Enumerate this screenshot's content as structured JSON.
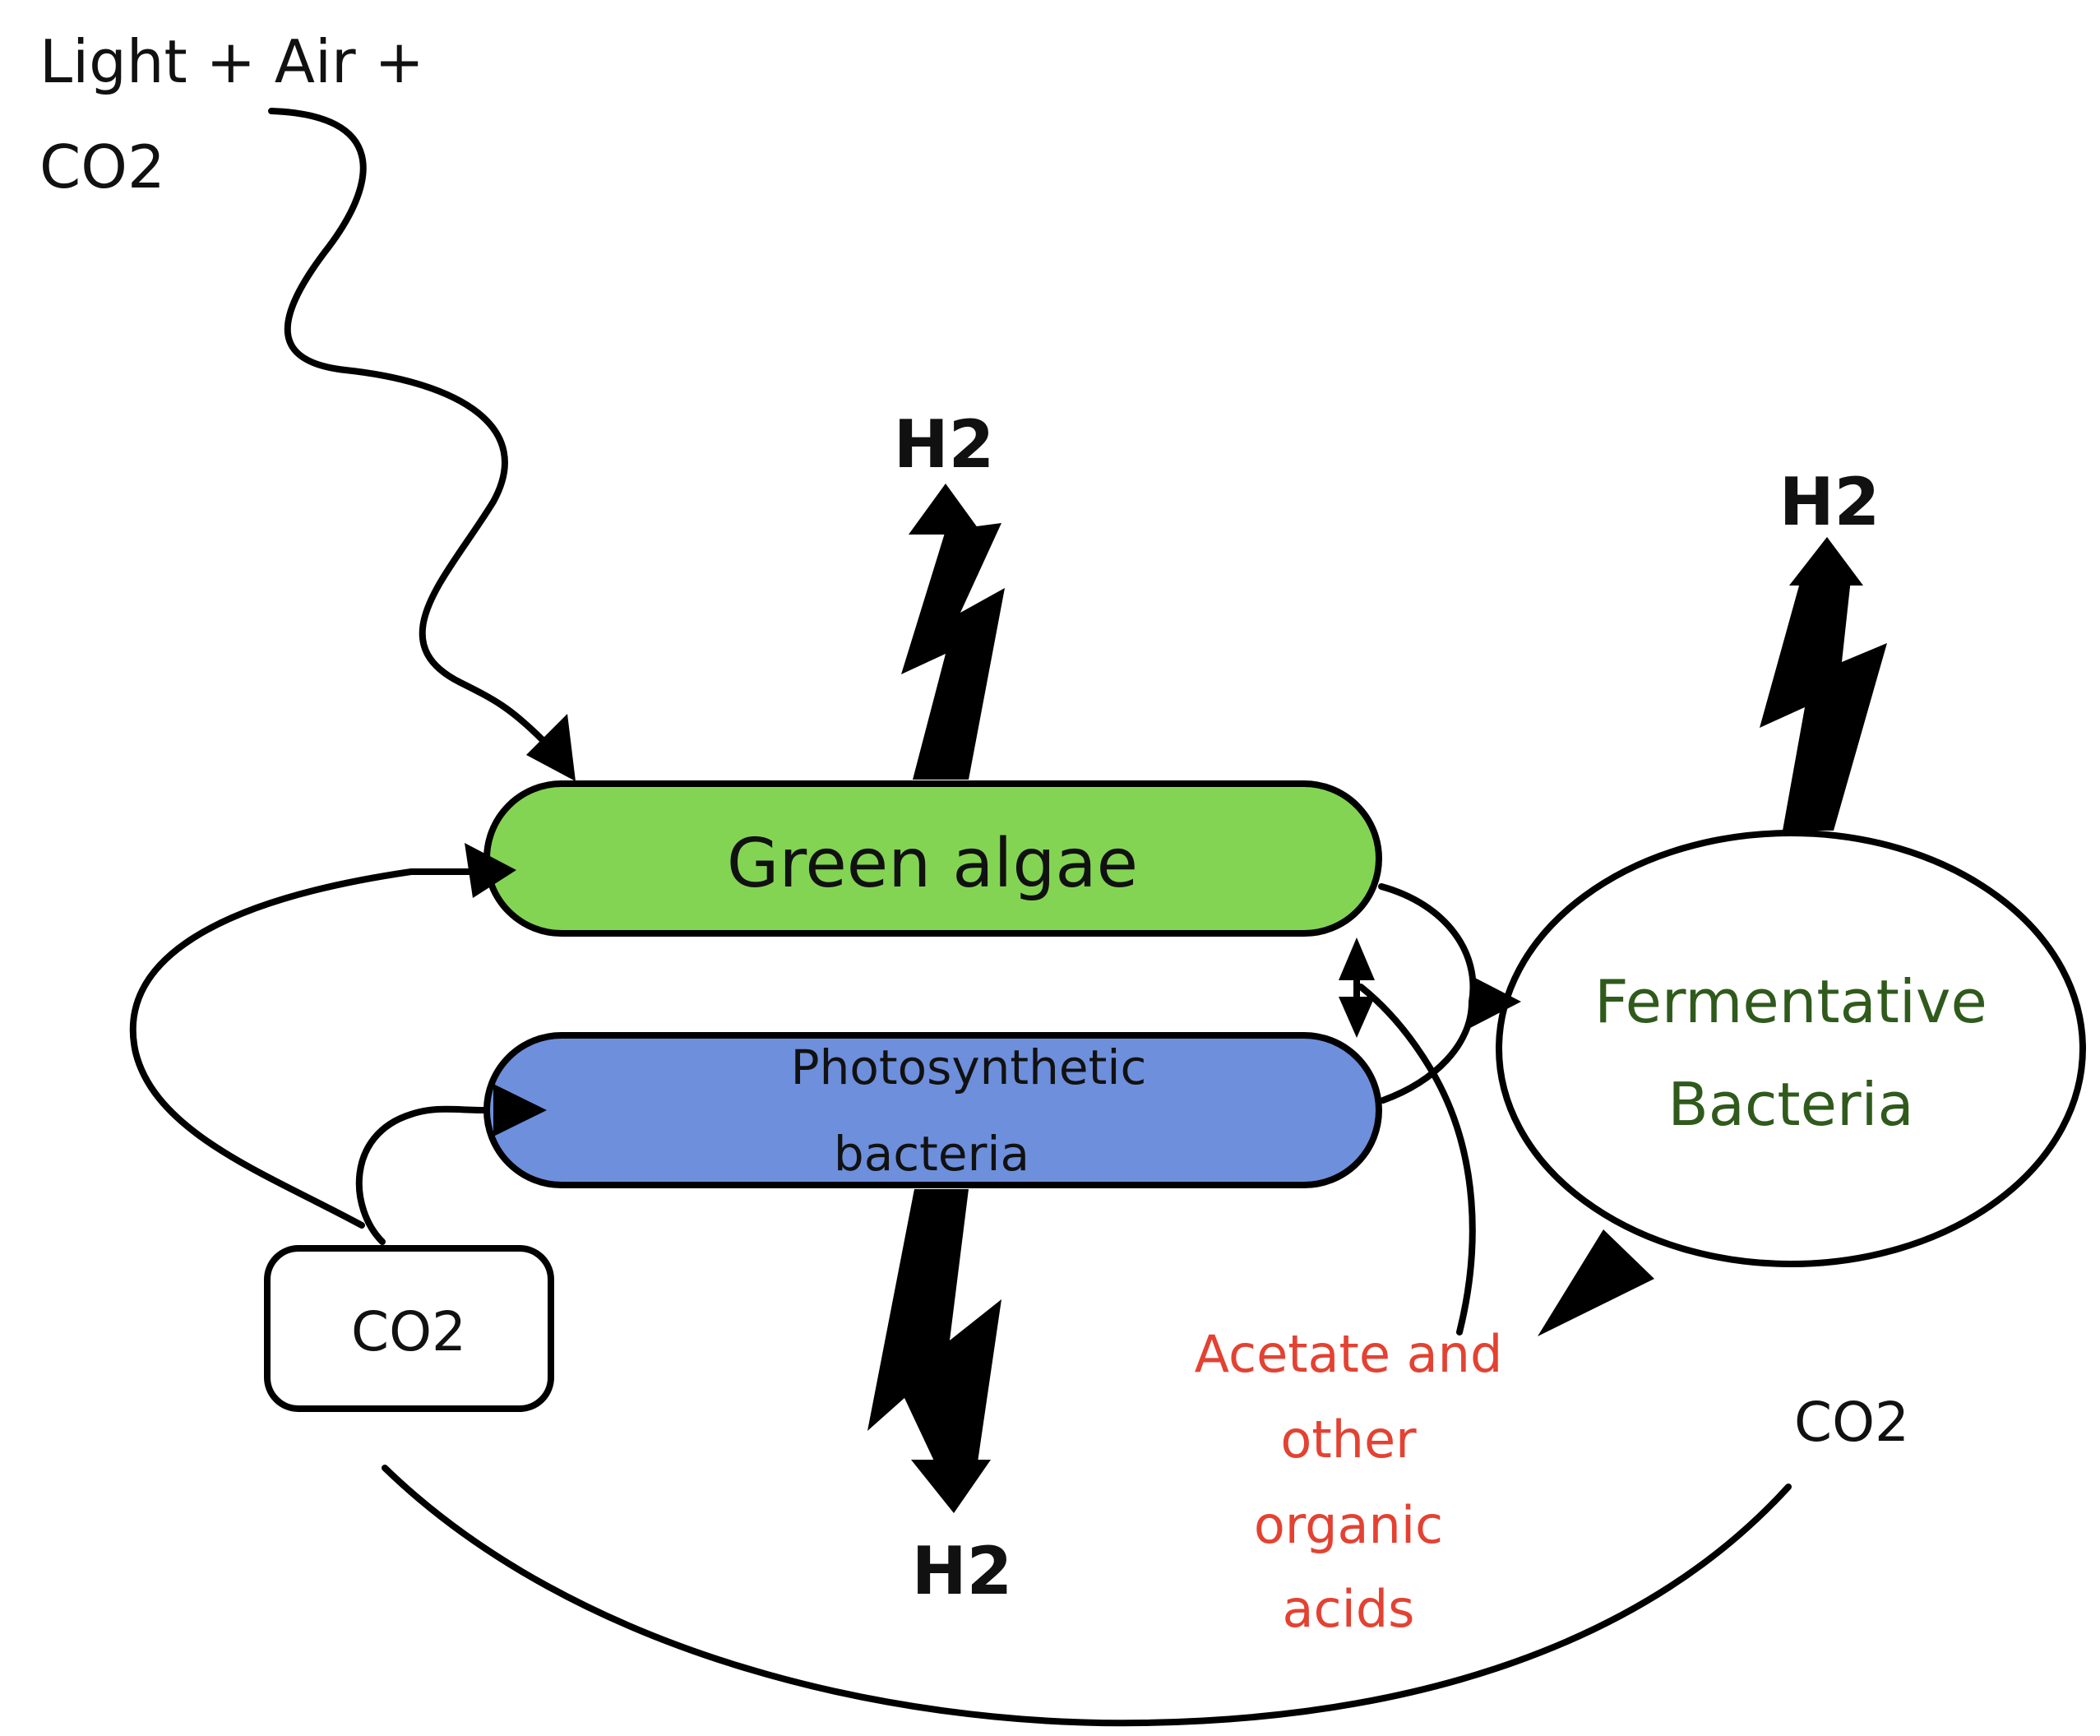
{
  "colors": {
    "green_algae_fill": "#84d454",
    "photosynthetic_fill": "#6e8fdb",
    "outline": "#000000",
    "fermentative_text": "#2f5a1c",
    "acids_text": "#e34232"
  },
  "inputs": {
    "line1": "Light + Air +",
    "line2": "CO2"
  },
  "green_algae": {
    "label": "Green algae"
  },
  "photosynthetic_bacteria": {
    "line1": "Photosynthetic",
    "line2": "bacteria"
  },
  "fermentative_bacteria": {
    "line1": "Fermentative",
    "line2": "Bacteria"
  },
  "co2_box": {
    "label": "CO2"
  },
  "co2_right": {
    "label": "CO2"
  },
  "h2_outputs": {
    "algae_top": "H2",
    "fermentative_top": "H2",
    "photosynthetic_bottom": "H2"
  },
  "organic_acids": {
    "line1": "Acetate and",
    "line2": "other",
    "line3": "organic",
    "line4": "acids"
  }
}
